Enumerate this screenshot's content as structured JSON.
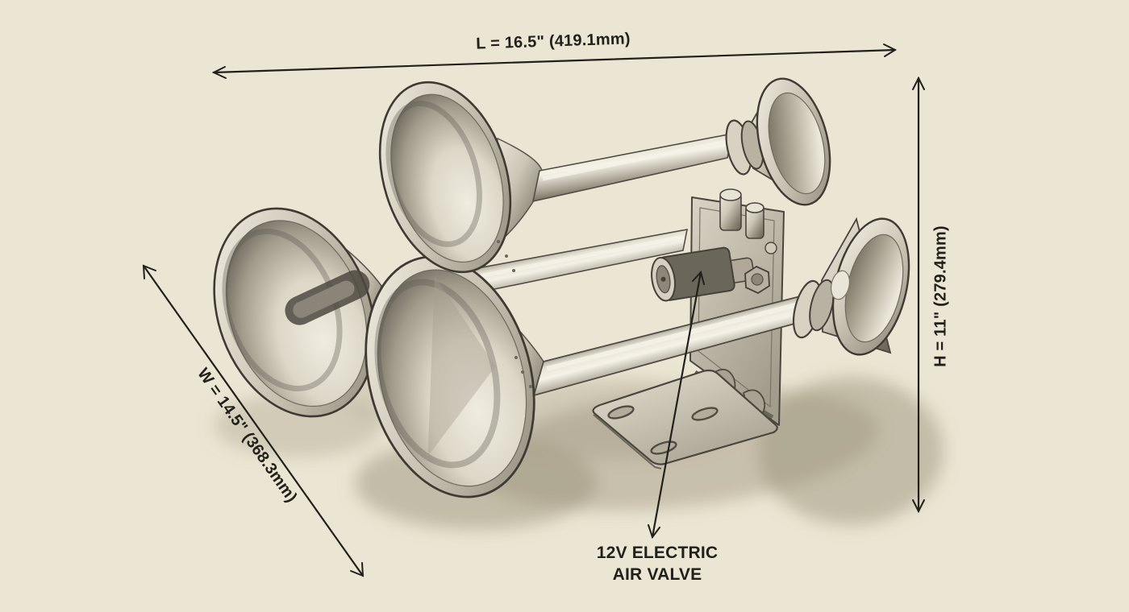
{
  "canvas": {
    "background_color": "#ebe5d3",
    "ink_color": "#21201b",
    "sketch_tone": "#8d8878"
  },
  "illustration": {
    "subject": "Pencil sketch of a triple chrome train air horn on an L-shaped mounting bracket with electric air valve"
  },
  "annotations": {
    "length": {
      "label": "L = 16.5\" (419.1mm)"
    },
    "height": {
      "label": "H = 11\" (279.4mm)"
    },
    "width": {
      "label": "W = 14.5\" (368.3mm)"
    },
    "valve": {
      "line1": "12V ELECTRIC",
      "line2": "AIR VALVE"
    }
  }
}
